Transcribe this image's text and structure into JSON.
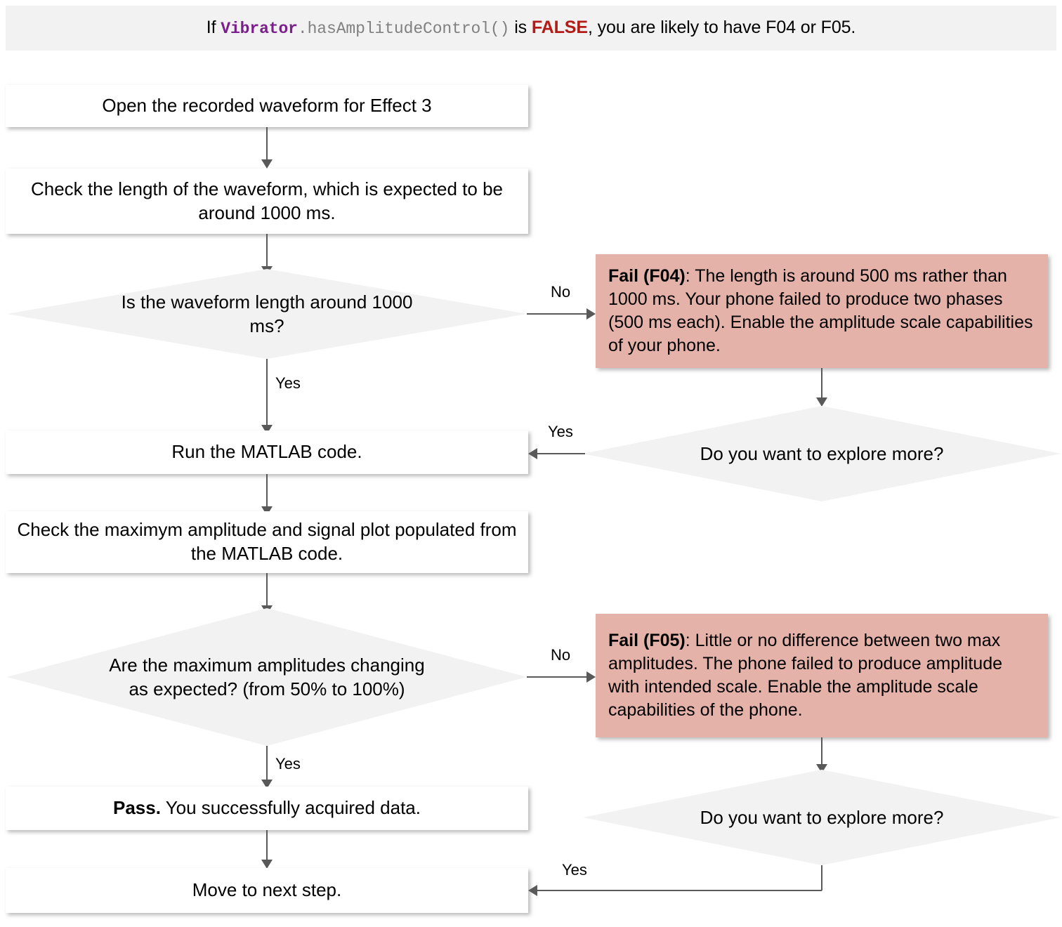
{
  "header": {
    "prefix": "If ",
    "code_class": "Vibrator",
    "code_method": ".hasAmplitudeControl()",
    "mid": " is ",
    "keyword": "FALSE",
    "suffix": ", you are likely to have F04 or F05."
  },
  "nodes": {
    "open_waveform": "Open the recorded waveform for Effect 3",
    "check_length": "Check the length of the waveform, which is expected to be around 1000 ms.",
    "decision_length": "Is the waveform length around 1000 ms?",
    "fail_f04_label": "Fail (F04)",
    "fail_f04_text": ": The length is around 500 ms rather than 1000 ms. Your phone failed to produce two phases (500 ms each). Enable the amplitude scale capabilities of your phone.",
    "explore_more_1": "Do you want to explore more?",
    "run_matlab": "Run the MATLAB code.",
    "check_amplitude": "Check the maximym amplitude and signal plot populated from the MATLAB code.",
    "decision_amplitude": "Are the maximum amplitudes changing as expected? (from 50% to 100%)",
    "fail_f05_label": "Fail (F05)",
    "fail_f05_text": ": Little or no difference between two max amplitudes. The phone failed to produce amplitude with intended scale. Enable the amplitude scale capabilities of the phone.",
    "explore_more_2": "Do you want to explore more?",
    "pass_label": "Pass.",
    "pass_text": " You successfully acquired data.",
    "move_next": "Move to next step."
  },
  "edges": {
    "no_1": "No",
    "yes_1": "Yes",
    "yes_explore_1": "Yes",
    "no_2": "No",
    "yes_2": "Yes",
    "yes_explore_2": "Yes"
  },
  "colors": {
    "header_band": "#f2f2f2",
    "process_fill": "#ffffff",
    "decision_fill": "#f2f2f2",
    "fail_fill": "#e5b2a9",
    "connector": "#595959",
    "code_class": "#7b1f8c",
    "code_method": "#808080",
    "false_keyword": "#b21b16"
  }
}
